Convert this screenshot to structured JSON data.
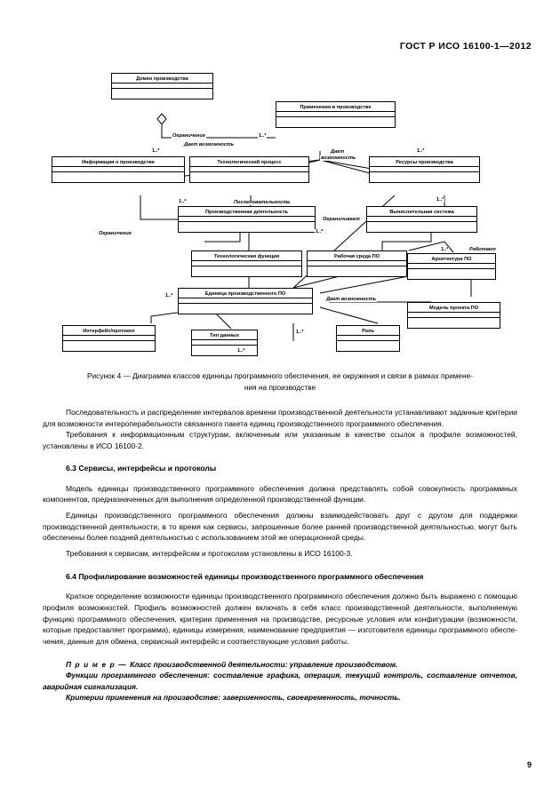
{
  "header": {
    "standard_id": "ГОСТ Р ИСО 16100-1—2012"
  },
  "page_number": "9",
  "figure": {
    "caption_line1": "Рисунок 4 — Диаграмма классов единицы программного обеспечения, ее окружения и связи в рамках примене-",
    "caption_line2": "ния на производстве",
    "classes": [
      {
        "id": "domain",
        "name": "Домен производства"
      },
      {
        "id": "application",
        "name": "Применения в производстве"
      },
      {
        "id": "info",
        "name": "Информация о производстве"
      },
      {
        "id": "process",
        "name": "Технологический процесс"
      },
      {
        "id": "resources",
        "name": "Ресурсы производства"
      },
      {
        "id": "activity",
        "name": "Производственная деятельность"
      },
      {
        "id": "computing",
        "name": "Вычислительная система"
      },
      {
        "id": "function",
        "name": "Технологическая функция"
      },
      {
        "id": "swenv",
        "name": "Рабочая среда ПО"
      },
      {
        "id": "architecture",
        "name": "Архитектура ПО"
      },
      {
        "id": "swunit",
        "name": "Единица производственного ПО"
      },
      {
        "id": "swmodel",
        "name": "Модель проекта ПО"
      },
      {
        "id": "interface",
        "name": "Интерфейс/протокол"
      },
      {
        "id": "datatype",
        "name": "Тип данных"
      },
      {
        "id": "role",
        "name": "Роль"
      }
    ],
    "edge_labels": [
      {
        "id": "l-ogranichenie-1",
        "text": "Ограничение"
      },
      {
        "id": "l-daet-vozmozhnost-1",
        "text": "Дает возможность"
      },
      {
        "id": "l-daet-vozmozhnost-2",
        "text": "Дает\nвозможность"
      },
      {
        "id": "l-daet-vozm-2-line1",
        "text": "Дает"
      },
      {
        "id": "l-daet-vozm-2-line2",
        "text": "возможность"
      },
      {
        "id": "l-posledovatelnost",
        "text": "Последовательность"
      },
      {
        "id": "l-ogranichivaet",
        "text": "Ограничивает"
      },
      {
        "id": "l-ogranichenie-2",
        "text": "Ограничение"
      },
      {
        "id": "l-rabotaet",
        "text": "Работает"
      },
      {
        "id": "l-daet-vozmozhnost-3",
        "text": "Дает возможность"
      }
    ],
    "multiplicities": [
      {
        "id": "m1",
        "text": "1..*"
      },
      {
        "id": "m2",
        "text": "1..*"
      },
      {
        "id": "m3",
        "text": "1..*"
      },
      {
        "id": "m4",
        "text": "1..*"
      },
      {
        "id": "m5",
        "text": "1..*"
      },
      {
        "id": "m6",
        "text": "1..*"
      },
      {
        "id": "m7",
        "text": "1..*"
      },
      {
        "id": "m8",
        "text": "1..*"
      },
      {
        "id": "m9",
        "text": "1..*"
      },
      {
        "id": "m10",
        "text": "1..*"
      }
    ]
  },
  "body": {
    "para1": "Последовательность и распределение интервалов времени производственной деятельности уста­навливают заданные критерии для возможности интероперабельности связанного пакета единиц производ­ственного программного обеспечения.",
    "para2": "Требования к информационным структурам, включенным или указанным в качестве ссылок в профи­ле возможностей, установлены в ИСО 16100-2.",
    "section63_title": "6.3 Сервисы, интерфейсы и протоколы",
    "para3": "Модель единицы производственного программного обеспечения должна представлять собой сово­купность программных компонентов, предназначенных для выполнения определенной производственной функции.",
    "para4": "Единицы производственного программного обеспечения должны взаимодействовать друг с другом для поддержки производственной деятельности, в то время как сервисы, запрошенные более ранней про­изводственной деятельностью, могут быть обеспечены более поздней деятельностью с использованием этой же операционной среды.",
    "para5": "Требования к сервисам, интерфейсам и протоколам установлены в ИСО 16100-3.",
    "section64_title": "6.4 Профилирование возможностей единицы производственного программного обеспечения",
    "para6": "Краткое определение возможности единицы производственного программного обеспечения должно быть выражено с помощью профиля возможностей. Профиль возможностей должен включать в себя класс производственной деятельности, выполняемую функцию программного обеспечения, критерии примене­ния на производстве, ресурсные условия или конфигурации (возможности, которые предоставляет про­грамма), единицы измерения, наименование предприятия — изготовителя единицы программного обеспе­чения, данные для обмена, сервисный интерфейс и соответствующие условия работы.",
    "example_label": "П р и м е р — ",
    "example_line1": "Класс производственной деятельности: управление производством.",
    "example_line2": "Функции программного обеспечения: составление графика, операция, текущий контроль, состав­ление отчетов, аварийная сигнализация.",
    "example_line3": "Критерии применения на производстве: завершенность, своевременность, точность."
  }
}
